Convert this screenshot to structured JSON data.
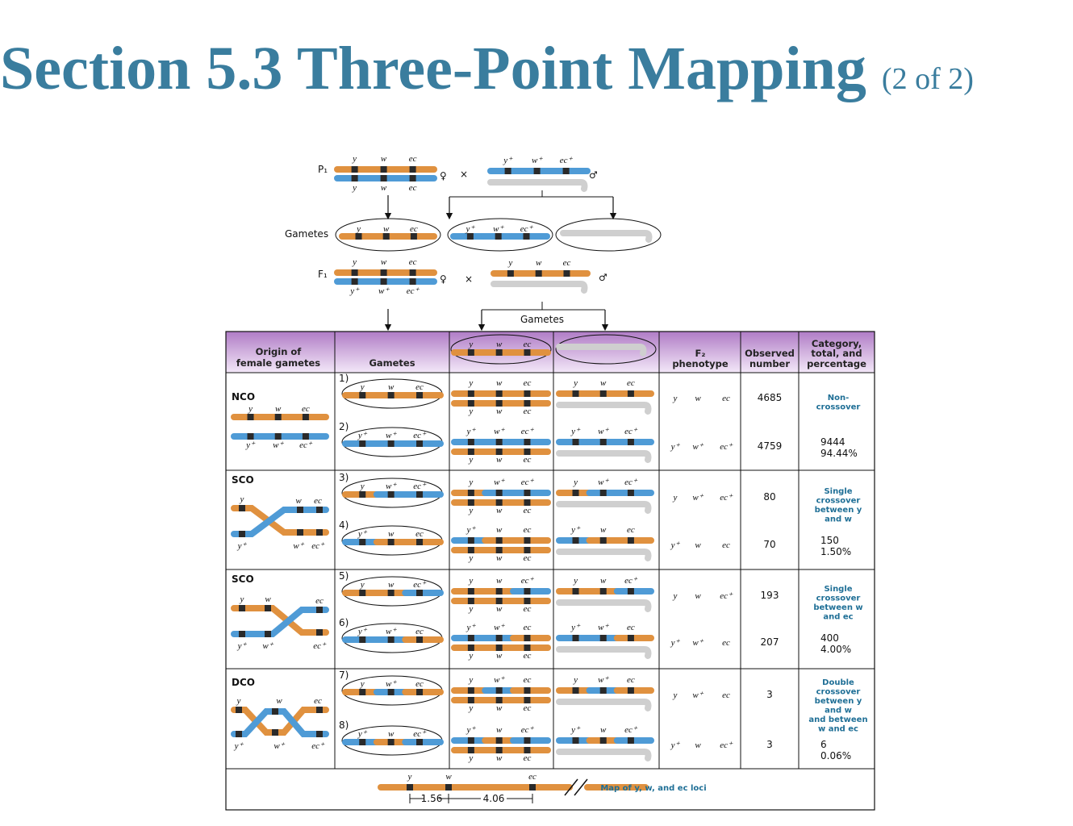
{
  "title": {
    "main": "Section 5.3 Three-Point Mapping",
    "sub": "(2 of 2)"
  },
  "cross": {
    "p1_label": "P₁",
    "gametes_label": "Gametes",
    "f1_label": "F₁",
    "female_symbol": "♀",
    "male_symbol": "♂",
    "cross_symbol": "×",
    "f1_gametes_label": "Gametes"
  },
  "alleles": {
    "y": "y",
    "w": "w",
    "ec": "ec",
    "yp": "y⁺",
    "wp": "w⁺",
    "ecp": "ec⁺"
  },
  "table": {
    "headers": {
      "origin": [
        "Origin of",
        "female gametes"
      ],
      "gametes": "Gametes",
      "phenotype": [
        "F₂",
        "phenotype"
      ],
      "observed": [
        "Observed",
        "number"
      ],
      "category": [
        "Category,",
        "total, and",
        "percentage"
      ]
    },
    "groups": [
      {
        "label": "NCO",
        "category": [
          "Non-",
          "crossover"
        ],
        "total": "9444",
        "percent": "94.44%"
      },
      {
        "label": "SCO",
        "category": [
          "Single",
          "crossover",
          "between y",
          "and w"
        ],
        "total": "150",
        "percent": "1.50%"
      },
      {
        "label": "SCO",
        "category": [
          "Single",
          "crossover",
          "between w",
          "and ec"
        ],
        "total": "400",
        "percent": "4.00%"
      },
      {
        "label": "DCO",
        "category": [
          "Double",
          "crossover",
          "between y",
          "and w",
          "and between",
          "w and ec"
        ],
        "total": "6",
        "percent": "0.06%"
      }
    ],
    "rows": [
      {
        "n": "1)",
        "pattern": "OOO",
        "observed": "4685"
      },
      {
        "n": "2)",
        "pattern": "BBB",
        "observed": "4759"
      },
      {
        "n": "3)",
        "pattern": "OBB",
        "observed": "80"
      },
      {
        "n": "4)",
        "pattern": "BOO",
        "observed": "70"
      },
      {
        "n": "5)",
        "pattern": "OOB",
        "observed": "193"
      },
      {
        "n": "6)",
        "pattern": "BBO",
        "observed": "207"
      },
      {
        "n": "7)",
        "pattern": "OBO",
        "observed": "3"
      },
      {
        "n": "8)",
        "pattern": "BOB",
        "observed": "3"
      }
    ],
    "map": {
      "label": "Map of y, w, and ec loci",
      "d1": "1.56",
      "d2": "4.06"
    }
  },
  "colors": {
    "orange": "#e0913f",
    "blue": "#4f9bd6",
    "gray": "#cfcfcf",
    "header": "#c8a4d8",
    "title": "#3a7d9e",
    "category": "#1f6f96"
  }
}
